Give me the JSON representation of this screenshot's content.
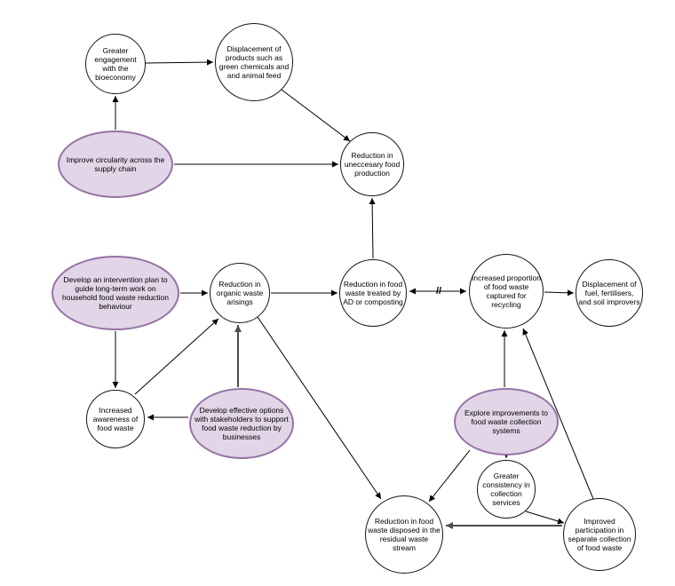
{
  "diagram": {
    "title": "",
    "background_color": "#ffffff",
    "outcome_node_fill": "#ffffff",
    "outcome_node_stroke": "#000000",
    "intervention_node_fill": "#e1d5e7",
    "intervention_node_stroke": "#9673a6",
    "delay_mark": "//",
    "nodes": [
      {
        "id": "greater-engagement",
        "type": "outcome-circle",
        "label": "Greater engagement with the bioeconomy"
      },
      {
        "id": "displacement-products",
        "type": "outcome-circle",
        "label": "Displacement of products such as green chemicals and and animal feed"
      },
      {
        "id": "improve-circularity",
        "type": "intervention-ellipse",
        "label": "Improve circularity across the supply chain"
      },
      {
        "id": "reduction-unnecessary-production",
        "type": "outcome-circle",
        "label": "Reduction in uneccesary food production"
      },
      {
        "id": "intervention-plan",
        "type": "intervention-ellipse",
        "label": "Develop an intervention plan to guide long-term work on household food waste reduction behaviour"
      },
      {
        "id": "reduction-organic-waste",
        "type": "outcome-circle",
        "label": "Reduction in organic waste arisings"
      },
      {
        "id": "reduction-ad-composting",
        "type": "outcome-circle",
        "label": "Reduction in food waste treated by AD or composting"
      },
      {
        "id": "increased-proportion-recycling",
        "type": "outcome-circle",
        "label": "Increased proportion of food waste captured for recycling"
      },
      {
        "id": "displacement-fuel",
        "type": "outcome-circle",
        "label": "Displacement of fuel, fertilisers, and soil improvers"
      },
      {
        "id": "increased-awareness",
        "type": "outcome-circle",
        "label": "Increased awareness of food waste"
      },
      {
        "id": "effective-options-businesses",
        "type": "intervention-ellipse",
        "label": "Develop effective options with stakeholders to support food waste reduction by businesses"
      },
      {
        "id": "explore-collection-improvements",
        "type": "intervention-ellipse",
        "label": "Explore improvements to food waste collection systems"
      },
      {
        "id": "greater-consistency",
        "type": "outcome-circle",
        "label": "Greater consistency in collection services"
      },
      {
        "id": "reduction-residual-stream",
        "type": "outcome-circle",
        "label": "Reduction in food waste disposed in the residual waste stream"
      },
      {
        "id": "improved-participation",
        "type": "outcome-circle",
        "label": "Improved participation in separate collection of food waste"
      }
    ],
    "edges": [
      {
        "from": "greater-engagement",
        "to": "displacement-products",
        "style": "solid-black",
        "direction": "one-way"
      },
      {
        "from": "improve-circularity",
        "to": "greater-engagement",
        "style": "solid-black",
        "direction": "one-way"
      },
      {
        "from": "displacement-products",
        "to": "reduction-unnecessary-production",
        "style": "solid-black",
        "direction": "one-way"
      },
      {
        "from": "improve-circularity",
        "to": "reduction-unnecessary-production",
        "style": "solid-black",
        "direction": "one-way"
      },
      {
        "from": "reduction-ad-composting",
        "to": "reduction-unnecessary-production",
        "style": "solid-black",
        "direction": "one-way"
      },
      {
        "from": "intervention-plan",
        "to": "reduction-organic-waste",
        "style": "solid-black",
        "direction": "one-way"
      },
      {
        "from": "reduction-organic-waste",
        "to": "reduction-ad-composting",
        "style": "solid-black",
        "direction": "one-way"
      },
      {
        "from": "reduction-ad-composting",
        "to": "increased-proportion-recycling",
        "style": "solid-black",
        "direction": "two-way",
        "mark": "//"
      },
      {
        "from": "increased-proportion-recycling",
        "to": "displacement-fuel",
        "style": "solid-black",
        "direction": "one-way"
      },
      {
        "from": "intervention-plan",
        "to": "increased-awareness",
        "style": "solid-black",
        "direction": "one-way"
      },
      {
        "from": "increased-awareness",
        "to": "reduction-organic-waste",
        "style": "solid-black",
        "direction": "one-way"
      },
      {
        "from": "effective-options-businesses",
        "to": "increased-awareness",
        "style": "solid-black",
        "direction": "one-way"
      },
      {
        "from": "effective-options-businesses",
        "to": "reduction-organic-waste",
        "style": "bold-gray",
        "direction": "one-way"
      },
      {
        "from": "reduction-organic-waste",
        "to": "reduction-residual-stream",
        "style": "solid-black",
        "direction": "one-way"
      },
      {
        "from": "explore-collection-improvements",
        "to": "increased-proportion-recycling",
        "style": "solid-black",
        "direction": "one-way"
      },
      {
        "from": "improved-participation",
        "to": "increased-proportion-recycling",
        "style": "solid-black",
        "direction": "one-way"
      },
      {
        "from": "explore-collection-improvements",
        "to": "reduction-residual-stream",
        "style": "solid-black",
        "direction": "one-way"
      },
      {
        "from": "explore-collection-improvements",
        "to": "greater-consistency",
        "style": "solid-black",
        "direction": "one-way"
      },
      {
        "from": "greater-consistency",
        "to": "improved-participation",
        "style": "solid-black",
        "direction": "one-way"
      },
      {
        "from": "improved-participation",
        "to": "reduction-residual-stream",
        "style": "bold-gray",
        "direction": "one-way"
      }
    ]
  }
}
